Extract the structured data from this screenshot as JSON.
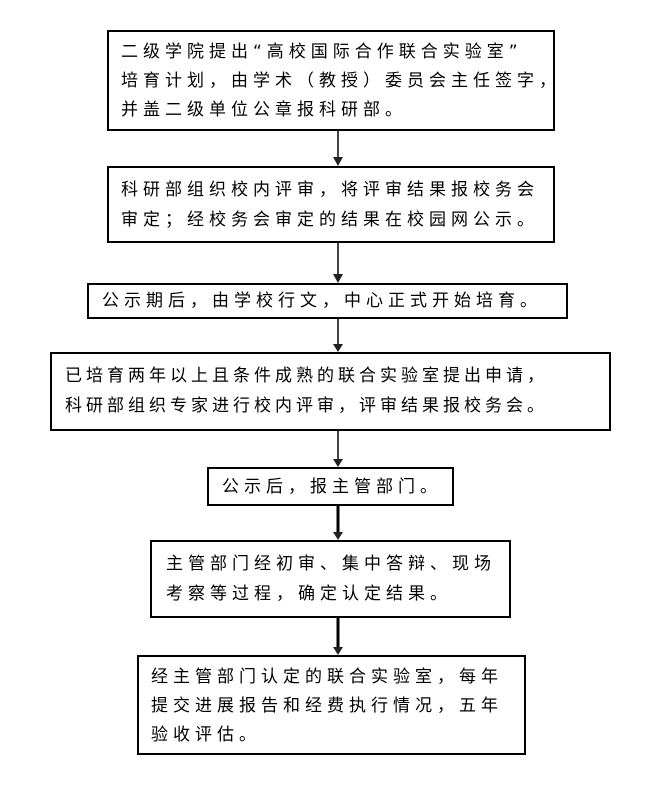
{
  "steps": [
    {
      "lines": [
        "二级学院提出“高校国际合作联合实验室”",
        "培育计划，由学术（教授）委员会主任签字，",
        "并盖二级单位公章报科研部。"
      ]
    },
    {
      "lines": [
        "科研部组织校内评审，将评审结果报校务会",
        "审定；经校务会审定的结果在校园网公示。"
      ]
    },
    {
      "lines": [
        "公示期后，由学校行文，中心正式开始培育。"
      ]
    },
    {
      "lines": [
        "已培育两年以上且条件成熟的联合实验室提出申请，",
        "科研部组织专家进行校内评审，评审结果报校务会。"
      ]
    },
    {
      "lines": [
        "公示后，报主管部门。"
      ]
    },
    {
      "lines": [
        "主管部门经初审、集中答辩、现场",
        "考察等过程，确定认定结果。"
      ]
    },
    {
      "lines": [
        "经主管部门认定的联合实验室，每年",
        "提交进展报告和经费执行情况，五年",
        "验收评估。"
      ]
    }
  ]
}
